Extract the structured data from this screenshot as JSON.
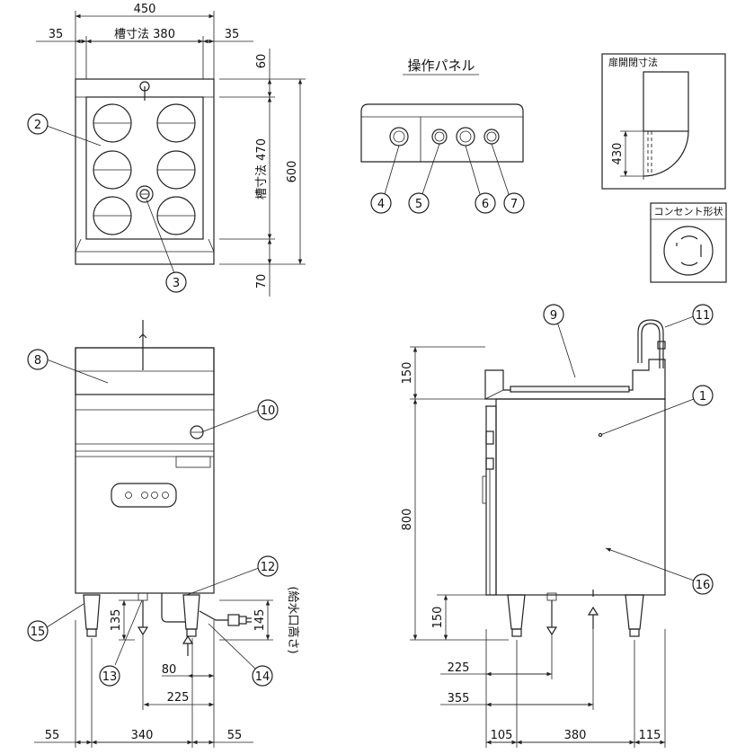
{
  "dimensions": {
    "top_total_width": "450",
    "top_side_left": "35",
    "top_side_right": "35",
    "top_tank_width": "槽寸法 380",
    "top_front": "60",
    "top_tank_depth": "槽寸法 470",
    "top_total_depth": "600",
    "top_back": "70",
    "front_height_upper": "150",
    "front_height_body": "800",
    "front_foot_height": "150",
    "front_drain_135": "135",
    "front_water_145": "145",
    "front_water_note": "(給水口高さ)",
    "front_80": "80",
    "front_225": "225",
    "front_bottom_left": "55",
    "front_bottom_mid": "340",
    "front_bottom_right": "55",
    "side_225": "225",
    "side_355": "355",
    "side_bottom_105": "105",
    "side_bottom_380": "380",
    "side_bottom_115": "115"
  },
  "labels": {
    "control_panel": "操作パネル",
    "door_swing": "扉開閉寸法",
    "door_430": "430",
    "outlet_shape": "コンセント形状"
  },
  "callouts": [
    "1",
    "2",
    "3",
    "4",
    "5",
    "6",
    "7",
    "8",
    "9",
    "10",
    "11",
    "12",
    "13",
    "14",
    "15",
    "16"
  ]
}
